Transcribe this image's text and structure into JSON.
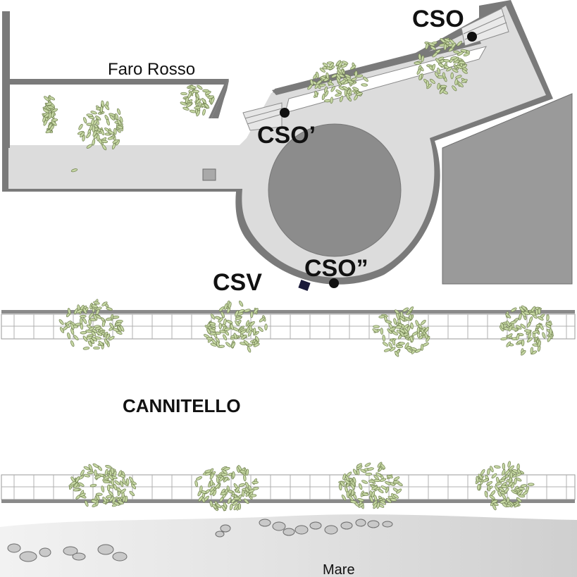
{
  "labels": {
    "faro_rosso": "Faro Rosso",
    "cso": "CSO",
    "cso_prime": "CSO’",
    "cso_double_prime": "CSO”",
    "csv": "CSV",
    "cannitello": "CANNITELLO",
    "mare": "Mare"
  },
  "colors": {
    "pier_fill": "#dcdcdc",
    "pier_border": "#7a7a7a",
    "basin": "#8c8c8c",
    "block": "#9a9a9a",
    "foliage": "#c6d7a4",
    "foliage_edge": "#6f7f4f",
    "sea": "#e6e6e6",
    "rock": "#c9c9c9"
  },
  "markers": [
    {
      "id": "cso",
      "kind": "point",
      "color": "#111111"
    },
    {
      "id": "cso_prime",
      "kind": "point",
      "color": "#111111"
    },
    {
      "id": "cso_double_prime",
      "kind": "point",
      "color": "#111111"
    },
    {
      "id": "csv",
      "kind": "square",
      "color": "#1a1a3a"
    }
  ]
}
